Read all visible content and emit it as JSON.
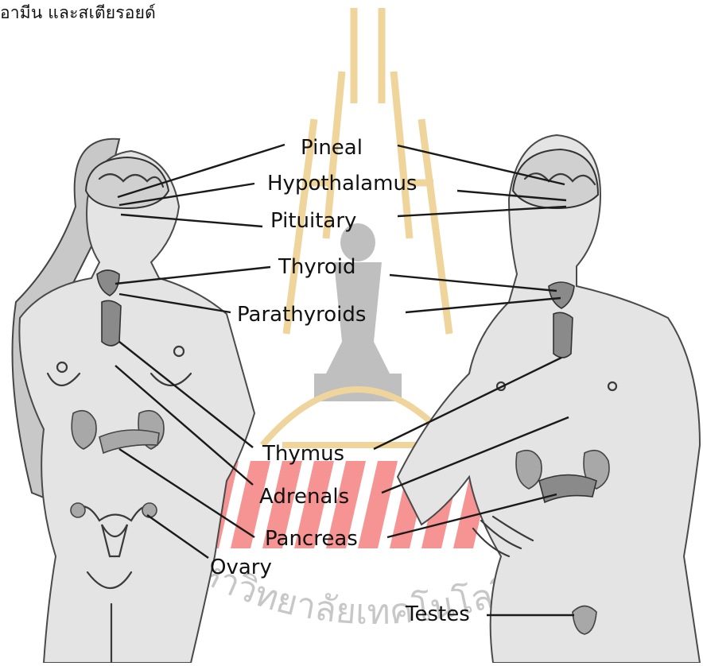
{
  "caption": "อามีน และสเตียรอยด์",
  "labels": {
    "pineal": "Pineal",
    "hypothalamus": "Hypothalamus",
    "pituitary": "Pituitary",
    "thyroid": "Thyroid",
    "parathyroids": "Parathyroids",
    "thymus": "Thymus",
    "adrenals": "Adrenals",
    "pancreas": "Pancreas",
    "ovary": "Ovary",
    "testes": "Testes"
  },
  "watermark": {
    "text": "มหาวิทยาลัยเทคโนโลยีสุรนารี",
    "stripe_color": "#ef3b3b",
    "gold_color": "#e2b34a",
    "figure_color": "#8c8c8c"
  }
}
